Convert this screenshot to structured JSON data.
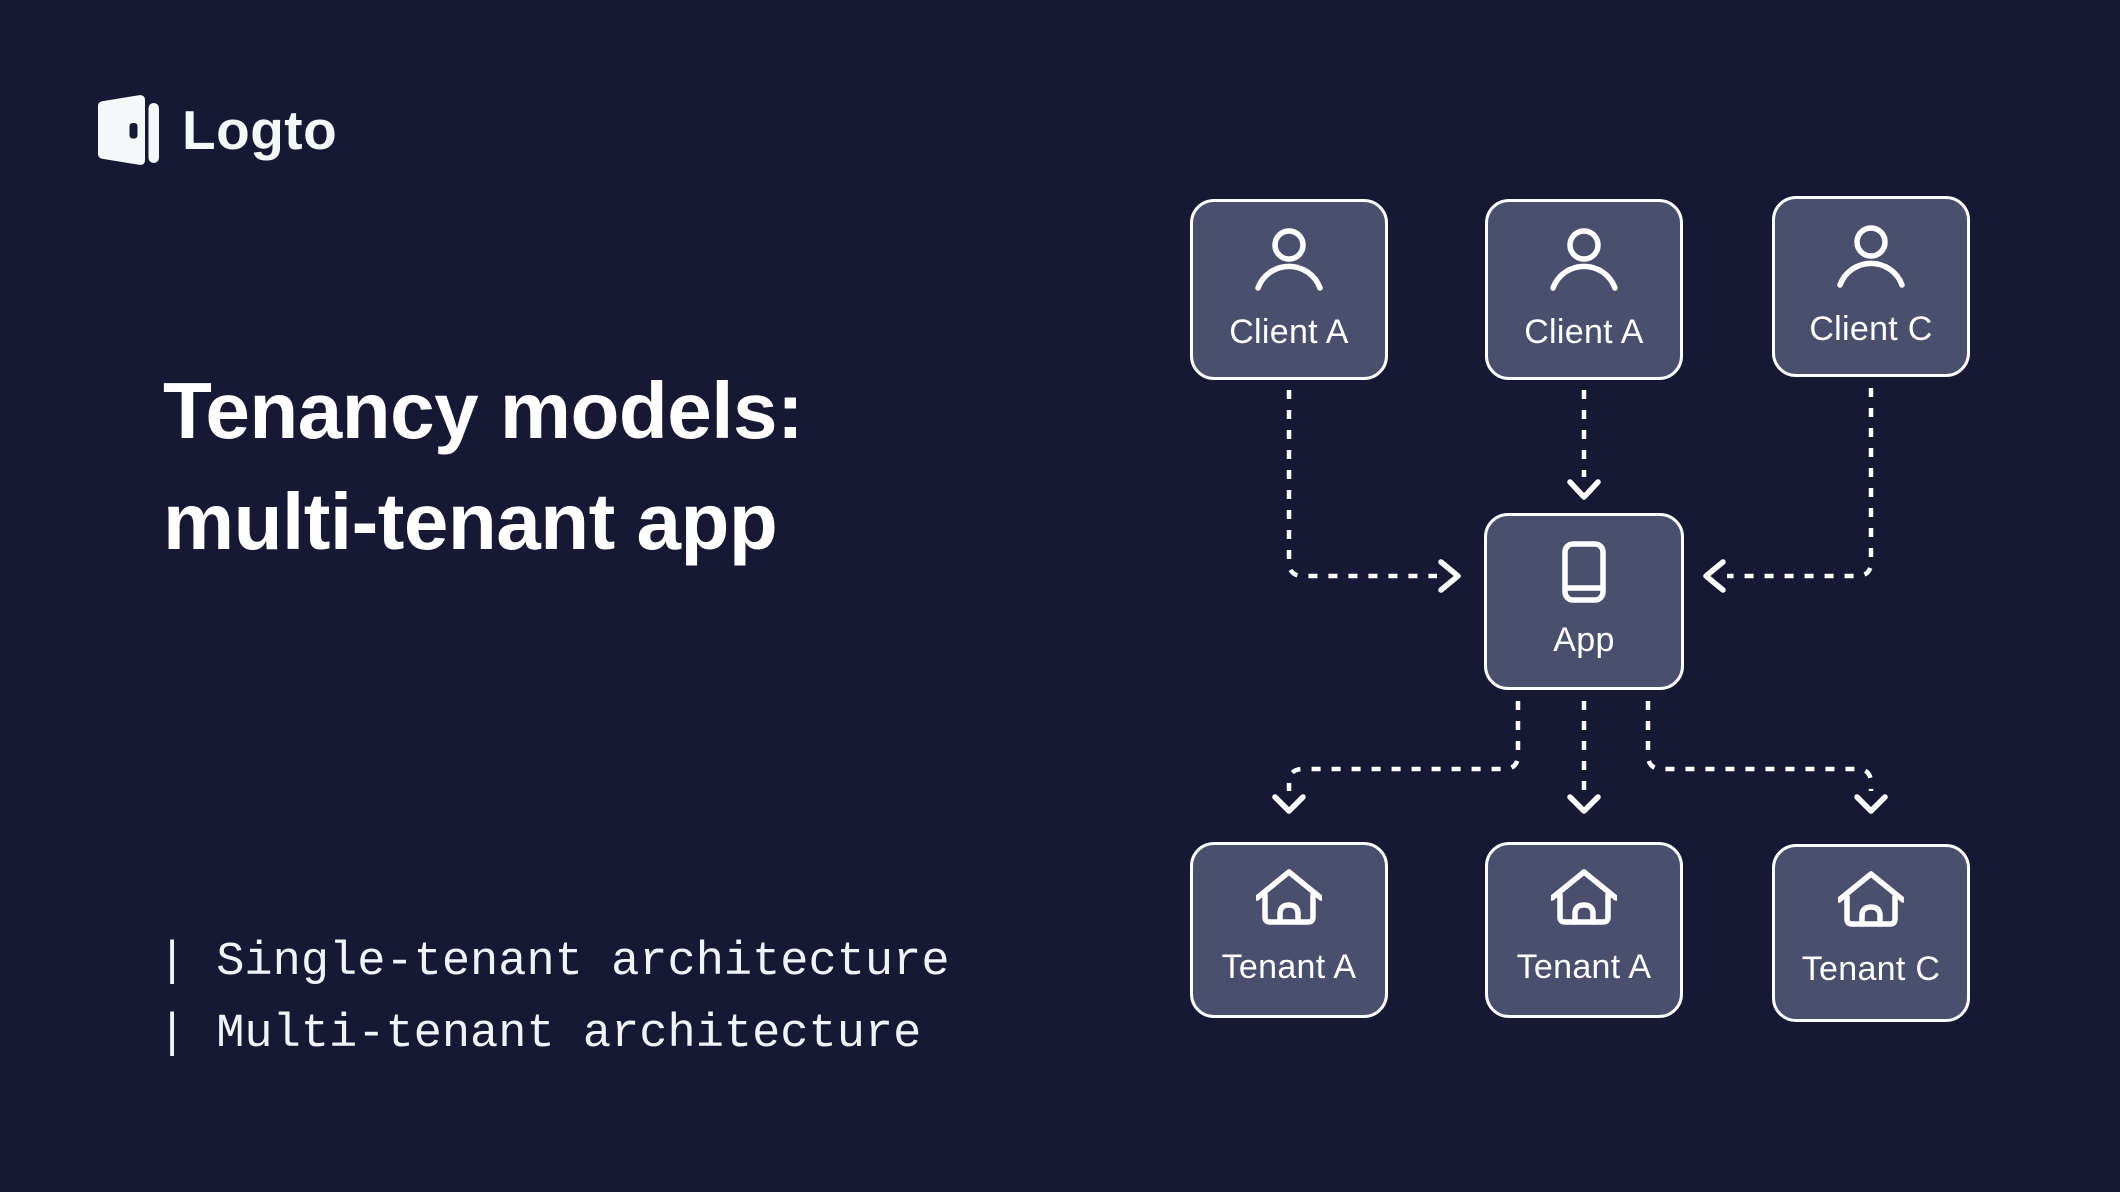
{
  "logo": {
    "text": "Logto",
    "icon": "logto-door-icon"
  },
  "title": {
    "line1": "Tenancy models:",
    "line2": "multi-tenant app"
  },
  "bullets": {
    "bar": "|",
    "items": [
      {
        "text": "Single-tenant architecture"
      },
      {
        "text": "Multi-tenant architecture"
      }
    ]
  },
  "diagram": {
    "clients": [
      {
        "label": "Client A",
        "icon": "user-icon"
      },
      {
        "label": "Client A",
        "icon": "user-icon"
      },
      {
        "label": "Client C",
        "icon": "user-icon"
      }
    ],
    "app": {
      "label": "App",
      "icon": "mobile-app-icon"
    },
    "tenants": [
      {
        "label": "Tenant A",
        "icon": "house-icon"
      },
      {
        "label": "Tenant A",
        "icon": "house-icon"
      },
      {
        "label": "Tenant C",
        "icon": "house-icon"
      }
    ]
  },
  "colors": {
    "background": "#171934",
    "node_fill": "#4b4f6e",
    "node_border": "#fcfdff",
    "text": "#ffffff",
    "arrow": "#ffffff"
  }
}
